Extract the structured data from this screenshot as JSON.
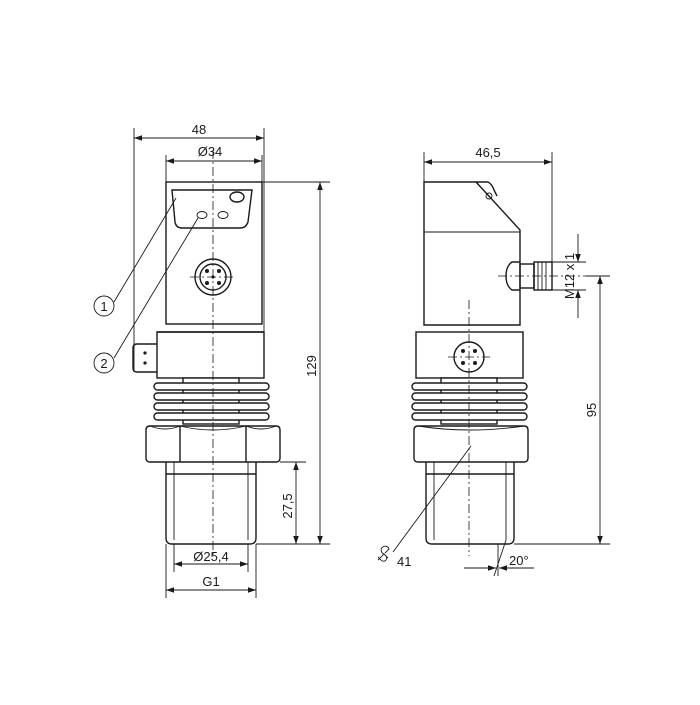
{
  "dimensions": {
    "width_overall": "48",
    "dia_body": "Ø34",
    "height_total": "129",
    "thread_length": "27,5",
    "dia_thread": "Ø25,4",
    "thread_g": "G1",
    "depth_side": "46,5",
    "connector": "M12 x 1",
    "height_connector": "95",
    "wrench_size": "41",
    "angle": "20°"
  },
  "callouts": [
    "1",
    "2"
  ]
}
